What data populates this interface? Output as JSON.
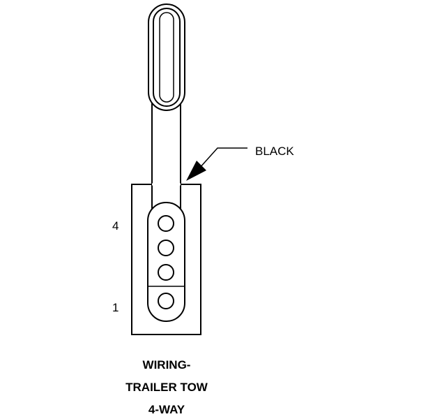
{
  "callout": {
    "wire_color": "BLACK"
  },
  "pins": {
    "top_number": "4",
    "bottom_number": "1"
  },
  "caption": {
    "line1": "WIRING-",
    "line2": "TRAILER TOW",
    "line3": "4-WAY"
  }
}
